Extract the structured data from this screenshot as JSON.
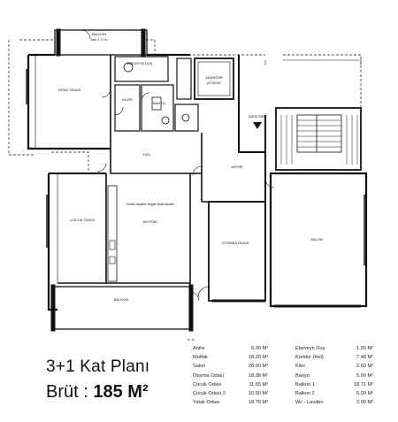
{
  "plan_labels": {
    "balcony_top": "BALKON",
    "balcony_top_area": "Alan: 4.71 m²",
    "wc_room": "EBEVEYN DUŞ",
    "bedroom": "YATAK ODASI",
    "pantry": "KİLER",
    "bathroom": "BANYO",
    "elevator": "ASANSÖR",
    "elevator_cap": "(8 KİŞİLİK)",
    "entrance_tag": "DAİRE GİRİŞ",
    "hall": "HOL",
    "entry": "ANTRE",
    "child_room": "ÇOCUK ODASI",
    "kitchen": "MUTFAK",
    "kitchen_note": "Mutfak dolapları tezgahı fiyata dahildir",
    "living": "OTURMA ODASI",
    "salon": "SALON",
    "balcony_bottom": "BALKON"
  },
  "title": "3+1 Kat Planı",
  "gross_label": "Brüt :",
  "gross_value": "185 M²",
  "areas_left": [
    {
      "room": "Antre",
      "area": "8.30 M²"
    },
    {
      "room": "Mutfak",
      "area": "18.20 M²"
    },
    {
      "room": "Salon",
      "area": "28.00 M²"
    },
    {
      "room": "Oturma Odası",
      "area": "18.38 M²"
    },
    {
      "room": "Çocuk Odası",
      "area": "11.65 M²"
    },
    {
      "room": "Çocuk Odası 2",
      "area": "10.50 M²"
    },
    {
      "room": "Yatak Odası",
      "area": "18.70 M²"
    }
  ],
  "areas_right": [
    {
      "room": "Ebeveyn Duş",
      "area": "1.20 M²"
    },
    {
      "room": "Koridor (Hol)",
      "area": "7.48 M²"
    },
    {
      "room": "Kiler",
      "area": "2.60 M²"
    },
    {
      "room": "Banyo",
      "area": "5.00 M²"
    },
    {
      "room": "Balkon 1",
      "area": "18.71 M²"
    },
    {
      "room": "Balkon 2",
      "area": "5.00 M²"
    },
    {
      "room": "Wc - Lavabo",
      "area": "3.00 M²"
    }
  ]
}
